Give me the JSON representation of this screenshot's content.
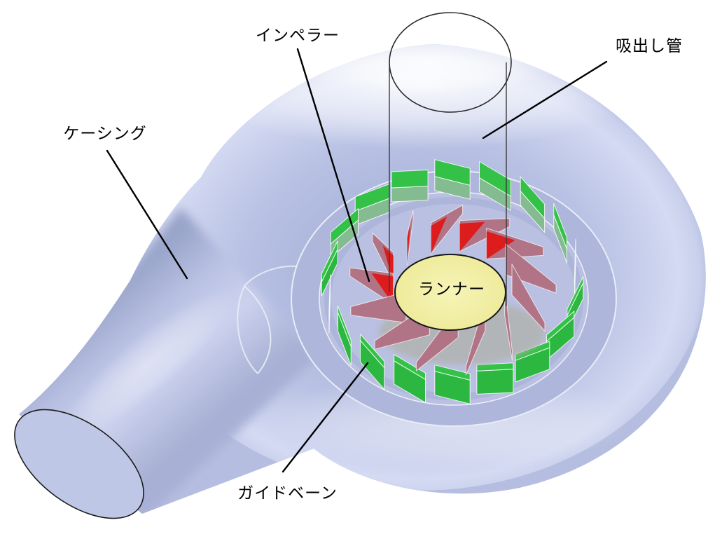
{
  "diagram": {
    "type": "francis-turbine-cutaway",
    "background": "#ffffff",
    "labels": {
      "impeller": "インペラー",
      "suction_pipe": "吸出し管",
      "casing": "ケーシング",
      "runner": "ランナー",
      "guide_vane": "ガイドベーン"
    },
    "colors": {
      "casing_base": "#b5bee0",
      "casing_light": "#d6dbf2",
      "bowl_band": "#aeb7db",
      "bowl_floor": "#b9c0e1",
      "ring_line": "#eceef7",
      "vane_green_bright": "#2cb840",
      "vane_green_top": "#33c247",
      "vane_green_muted": "#85bb90",
      "blade_pink": "#b17486",
      "blade_red": "#de1717",
      "runner_fill": "#f1eea3",
      "shadow_gray": "#b0b1a6",
      "outline": "#1c1c1c",
      "leader_line": "#000000"
    },
    "parts": {
      "guide_vanes": {
        "count": 18
      },
      "impeller_blades": {
        "count": 13
      }
    }
  }
}
